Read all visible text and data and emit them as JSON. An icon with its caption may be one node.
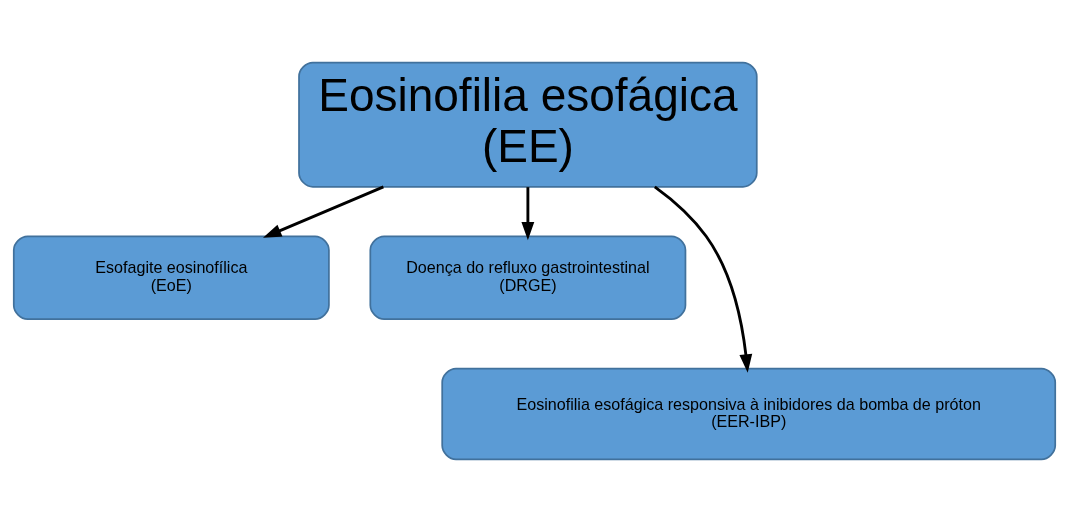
{
  "diagram": {
    "nodes": [
      {
        "text": [
          "Eosinofilia esofágica",
          "(EE)"
        ]
      },
      {
        "text": [
          "Esofagite eosinofílica",
          "(EoE)"
        ]
      },
      {
        "text": [
          "Doença do refluxo gastrointestinal",
          "(DRGE)"
        ]
      },
      {
        "text": [
          "Eosinofilia esofágica responsiva à inibidores da bomba de próton",
          "(EER-IBP)"
        ]
      }
    ],
    "edges": [
      {
        "from": 0,
        "to": 1,
        "arrow": "to"
      },
      {
        "from": 0,
        "to": 3,
        "arrow": "to"
      },
      {
        "from": 0,
        "to": 2,
        "arrow": "to"
      }
    ]
  }
}
